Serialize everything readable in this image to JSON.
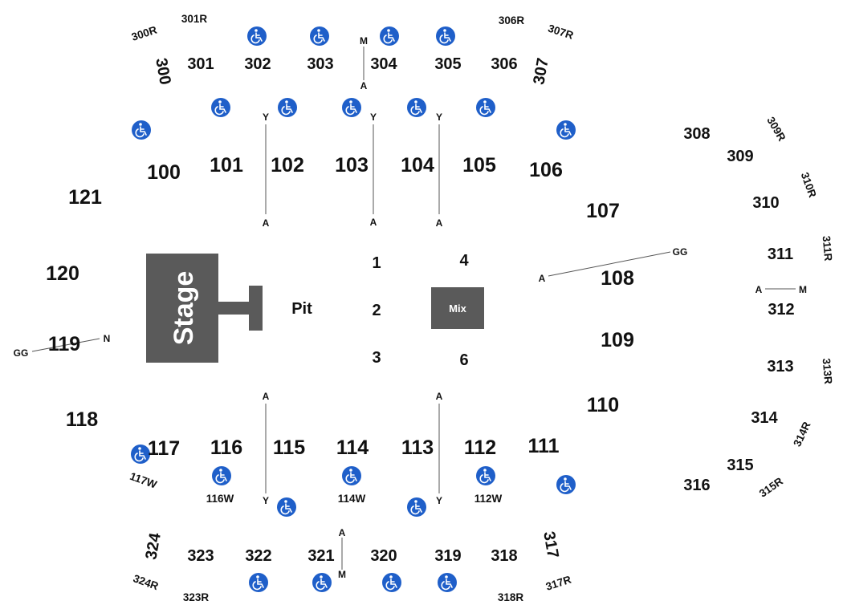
{
  "venue": {
    "stage_label": "Stage",
    "pit_label": "Pit",
    "mix_label": "Mix",
    "floor_sections": [
      "1",
      "2",
      "3",
      "4",
      "6"
    ],
    "lower_sections": [
      "100",
      "101",
      "102",
      "103",
      "104",
      "105",
      "106",
      "107",
      "108",
      "109",
      "110",
      "111",
      "112",
      "113",
      "114",
      "115",
      "116",
      "117",
      "118",
      "119",
      "120",
      "121"
    ],
    "upper_sections": [
      "300",
      "301",
      "302",
      "303",
      "304",
      "305",
      "306",
      "307",
      "308",
      "309",
      "310",
      "311",
      "312",
      "313",
      "314",
      "315",
      "316",
      "317",
      "318",
      "319",
      "320",
      "321",
      "322",
      "323",
      "324"
    ],
    "small_labels": [
      "300R",
      "301R",
      "306R",
      "307R",
      "309R",
      "310R",
      "311R",
      "313R",
      "314R",
      "315R",
      "317R",
      "318R",
      "323R",
      "324R",
      "117W",
      "116W",
      "114W",
      "112W"
    ],
    "aisle_letters": [
      "A",
      "M",
      "Y",
      "N",
      "GG"
    ],
    "accessible_icon": "wheelchair-icon",
    "colors": {
      "accessible": "#1f5fc9",
      "stage": "#5a5a5a",
      "text": "#111111"
    }
  }
}
